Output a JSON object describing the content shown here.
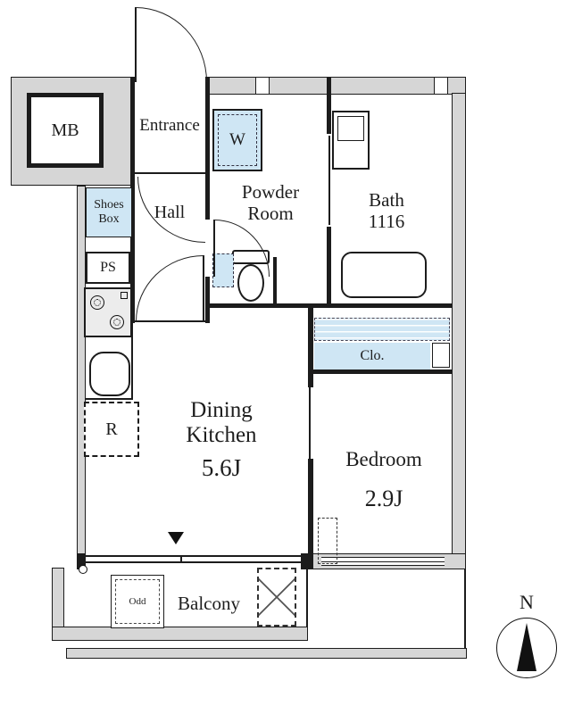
{
  "rooms": {
    "meter_box": {
      "label": "MB"
    },
    "entrance": {
      "label": "Entrance"
    },
    "hall": {
      "label": "Hall"
    },
    "shoes_box": {
      "line1": "Shoes",
      "line2": "Box"
    },
    "pipe_space": {
      "label": "PS"
    },
    "washer": {
      "label": "W"
    },
    "powder_room": {
      "line1": "Powder",
      "line2": "Room"
    },
    "bath": {
      "label": "Bath",
      "size": "1116"
    },
    "dining_kitchen": {
      "line1": "Dining",
      "line2": "Kitchen",
      "size": "5.6J"
    },
    "bedroom": {
      "label": "Bedroom",
      "size": "2.9J"
    },
    "closet": {
      "label": "Clo."
    },
    "refrigerator": {
      "label": "R"
    },
    "balcony": {
      "label": "Balcony"
    },
    "outdoor_unit": {
      "label": "Odd"
    }
  },
  "compass": {
    "north": "N"
  },
  "colors": {
    "highlight_blue": "#cfe6f4",
    "wall_gray": "#d6d6d6",
    "line": "#1c1c1c"
  }
}
